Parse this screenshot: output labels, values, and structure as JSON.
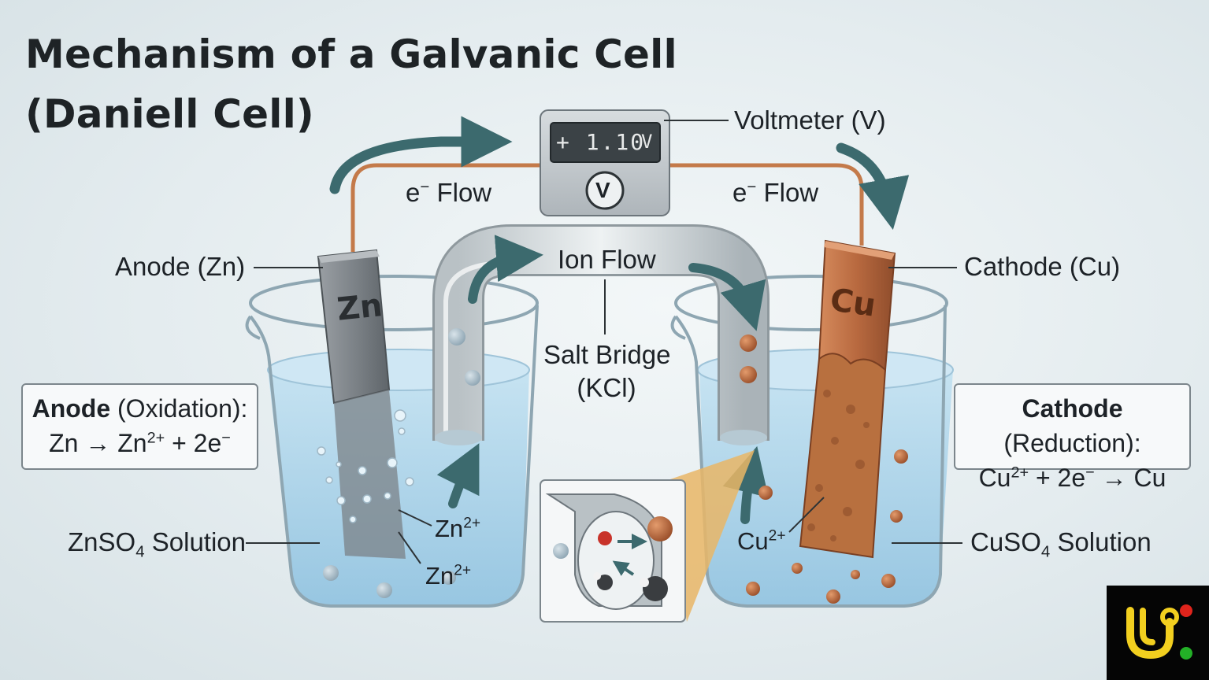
{
  "title": {
    "line1": "Mechanism of a Galvanic Cell",
    "line2": "(Daniell Cell)"
  },
  "voltmeter": {
    "reading": "+ 1.10",
    "unit": "V",
    "symbol": "V",
    "label": "Voltmeter (V)"
  },
  "flow": {
    "left": {
      "e": "e",
      "sup": "−",
      "text": " Flow"
    },
    "right": {
      "e": "e",
      "sup": "−",
      "text": " Flow"
    },
    "ion": "Ion Flow"
  },
  "salt_bridge": {
    "line1": "Salt Bridge",
    "line2": "(KCl)"
  },
  "anode": {
    "label": "Anode (Zn)",
    "symbol": "Zn",
    "box_bold": "Anode",
    "box_rest": " (Oxidation):",
    "eq_a": "Zn → Zn",
    "eq_a_sup": "2+",
    "eq_b": " + 2e",
    "eq_b_sup": "−"
  },
  "cathode": {
    "label": "Cathode (Cu)",
    "symbol": "Cu",
    "box_bold": "Cathode",
    "box_rest": " (Reduction):",
    "eq_a": "Cu",
    "eq_a_sup": "2+",
    "eq_b": " + 2e",
    "eq_b_sup": "−",
    "eq_c": " → Cu"
  },
  "solutions": {
    "left": {
      "a": "ZnSO",
      "sub": "4",
      "b": " Solution"
    },
    "right": {
      "a": "CuSO",
      "sub": "4",
      "b": " Solution"
    }
  },
  "ions": {
    "zn1": {
      "a": "Zn",
      "sup": "2+"
    },
    "zn2": {
      "a": "Zn",
      "sup": "2+"
    },
    "cu": {
      "a": "Cu",
      "sup": "2+"
    }
  },
  "colors": {
    "wire": "#c47a4a",
    "arrow": "#3c6a6e",
    "zinc": "#8a8f94",
    "copper": "#b8693f",
    "solution": "#a9d2ea",
    "ion_zn": "#9fb5c4",
    "ion_cu": "#b8643a"
  },
  "icons": [
    "voltmeter-icon",
    "beaker-icon",
    "salt-bridge-icon",
    "logo-icon"
  ]
}
